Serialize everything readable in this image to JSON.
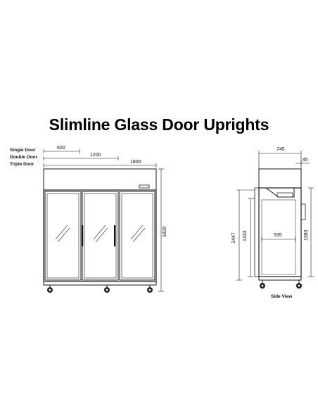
{
  "title": "Slimline Glass Door Uprights",
  "front_view": {
    "door_labels": [
      "Single Door",
      "Double Door",
      "Triple Door"
    ],
    "widths": [
      "600",
      "1200",
      "1800"
    ],
    "height": "1820"
  },
  "side_view": {
    "caption": "Side View",
    "depth": "745",
    "top_offset": "45",
    "inner_depth": "535",
    "height_left_outer": "1447",
    "height_left_inner": "1333",
    "height_right": "1380"
  }
}
